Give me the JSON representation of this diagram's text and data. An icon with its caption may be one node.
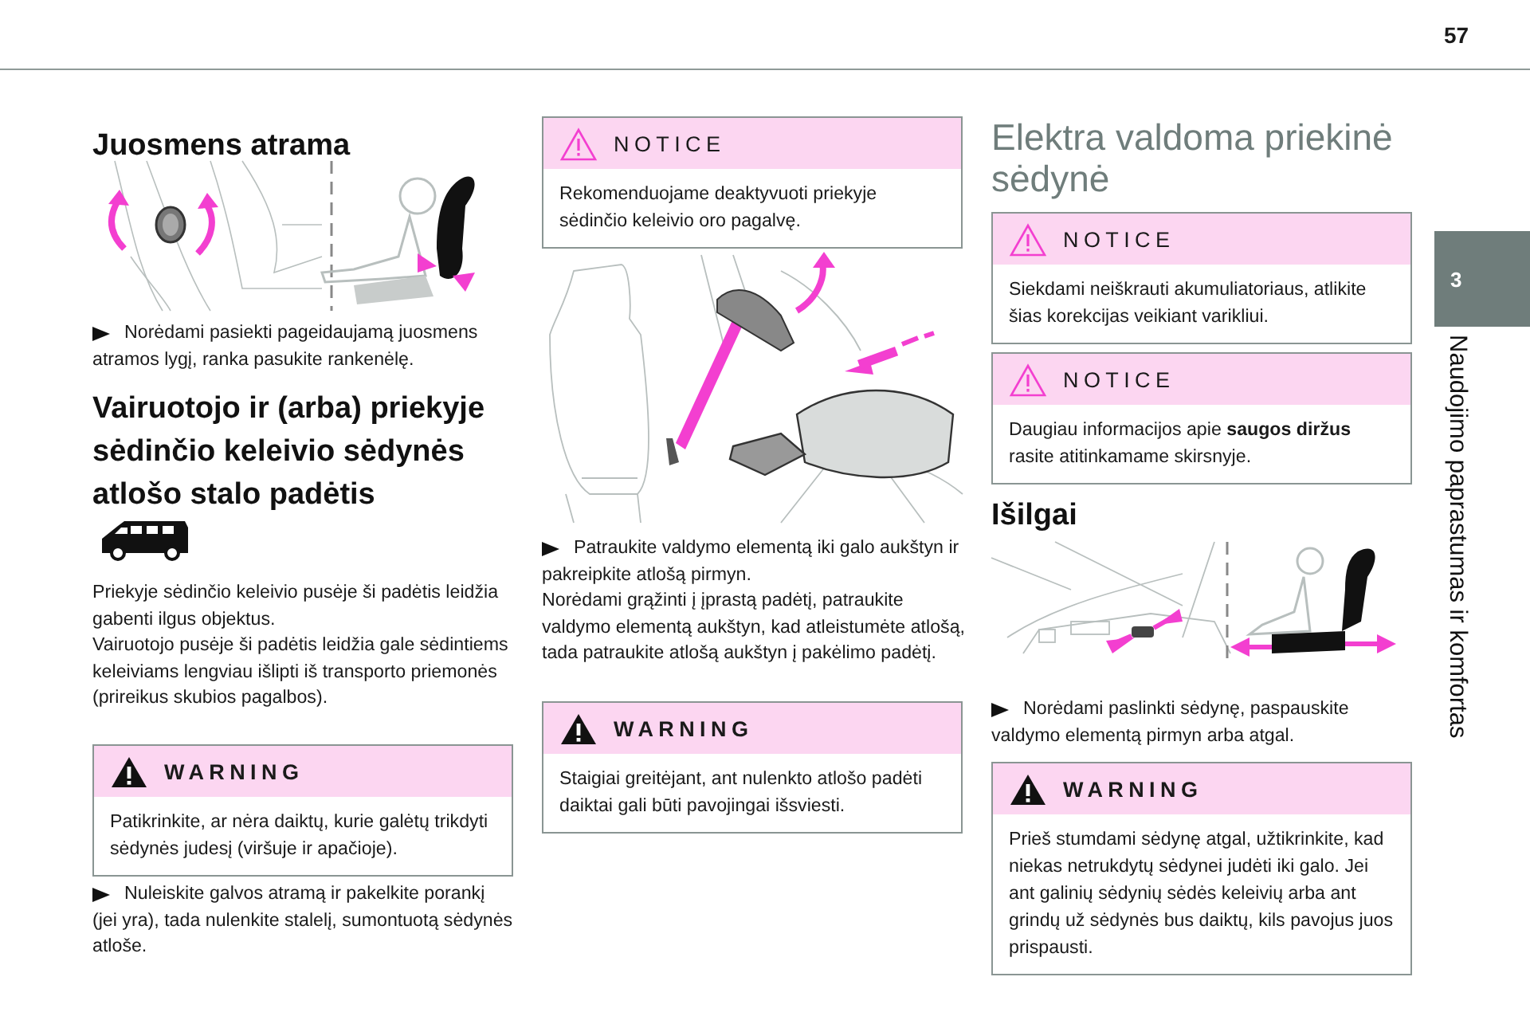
{
  "diagram": {
    "nodes": [
      {
        "text": [
          "WARNING",
          "Patikrinkite, ar nėra daiktų, kurie galėtų trikdyti sėdynės judesį (viršuje ir apačioje)."
        ]
      },
      {
        "text": [
          "NOTICE",
          "Rekomenduojame deaktyvuoti priekyje sėdinčio keleivio oro pagalvę."
        ]
      },
      {
        "text": [
          "WARNING",
          "Staigiai greitėjant, ant nulenkto atlošo padėti daiktai gali būti pavojingai išsviesti."
        ]
      },
      {
        "text": [
          "NOTICE",
          "Siekdami neiškrauti akumuliatoriaus, atlikite šias korekcijas veikiant varikliui."
        ]
      },
      {
        "text": [
          "NOTICE",
          "Daugiau informacijos apie **saugos diržus** rasite atitinkamame skirsnyje."
        ]
      },
      {
        "text": [
          "WARNING",
          "Prieš stumdami sėdynę atgal, užtikrinkite, kad niekas netrukdytų sėdynei judėti iki galo. Jei ant galinių sėdynių sėdės keleivių arba ant grindų už sėdynės bus daiktų, kils pavojus juos prispausti."
        ]
      },
      {
        "text": [
          "3"
        ],
        "beside": [
          "Naudojimo paprastumas ir komfortas"
        ]
      }
    ],
    "labels": [
      "57",
      "Juosmens atrama",
      "Norėdami pasiekti pageidaujamą juosmens atramos lygį, ranka pasukite rankenėlę.",
      "Vairuotojo ir (arba) priekyje sėdinčio keleivio sėdynės atlošo stalo padėtis",
      "Priekyje sėdinčio keleivio pusėje ši padėtis leidžia gabenti ilgus objektus.",
      "Vairuotojo pusėje ši padėtis leidžia gale sėdintiems keleiviams lengviau išlipti iš transporto priemonės (prireikus skubios pagalbos).",
      "Nuleiskite galvos atramą ir pakelkite porankį (jei yra), tada nulenkite stalelį, sumontuotą sėdynės atloše.",
      "Patraukite valdymo elementą iki galo aukštyn ir pakreipkite atlošą pirmyn.",
      "Norėdami grąžinti į įprastą padėtį, patraukite valdymo elementą aukštyn, kad atleistumėte atlošą, tada patraukite atlošą aukštyn į pakėlimo padėtį.",
      "Elektra valdoma priekinė sėdynė",
      "Išilgai",
      "Norėdami paslinkti sėdynę, paspauskite valdymo elementą pirmyn arba atgal."
    ]
  }
}
